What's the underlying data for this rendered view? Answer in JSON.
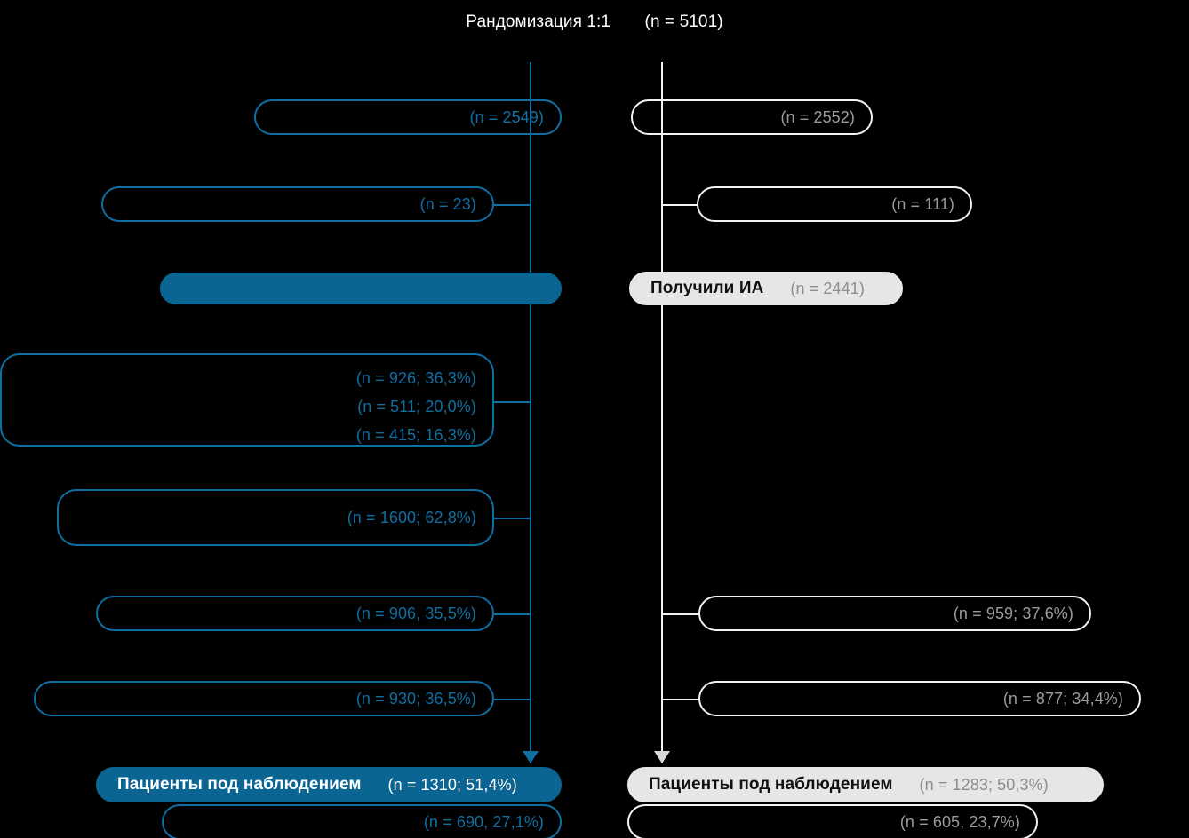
{
  "header": {
    "title": "Рандомизация 1:1",
    "count": "(n = 5101)"
  },
  "colors": {
    "arm_left_accent": "#0f6fa3",
    "arm_left_fill": "#0b6593",
    "arm_right_accent": "#f2f2f2",
    "arm_right_fill": "#e6e6e6",
    "background": "#000000"
  },
  "arms": {
    "left": {
      "name": "arm-left",
      "rows": [
        {
          "label": "",
          "count": "(n = 2549)"
        },
        {
          "label": "",
          "count": "(n = 23)"
        },
        {
          "label": "",
          "count": ""
        },
        {
          "label": "",
          "counts": [
            "(n = 926; 36,3%)",
            "(n = 511;  20,0%)",
            "(n = 415; 16,3%)"
          ]
        },
        {
          "label": "",
          "count": "(n = 1600; 62,8%)"
        },
        {
          "label": "",
          "count": "(n = 906, 35,5%)"
        },
        {
          "label": "",
          "count": "(n = 930; 36,5%)"
        },
        {
          "label": "Пациенты под наблюдением",
          "count": "(n = 1310; 51,4%)"
        },
        {
          "label": "",
          "count": "(n = 690, 27,1%)"
        }
      ]
    },
    "right": {
      "name": "arm-right",
      "rows": [
        {
          "label": "",
          "count": "(n = 2552)"
        },
        {
          "label": "",
          "count": "(n = 111)"
        },
        {
          "label": "Получили ИА",
          "count": "(n = 2441)"
        },
        {
          "label": "",
          "count": "(n = 959; 37,6%)"
        },
        {
          "label": "",
          "count": "(n = 877; 34,4%)"
        },
        {
          "label": "Пациенты под наблюдением",
          "count": "(n = 1283; 50,3%)"
        },
        {
          "label": "",
          "count": "(n = 605, 23,7%)"
        }
      ]
    }
  }
}
